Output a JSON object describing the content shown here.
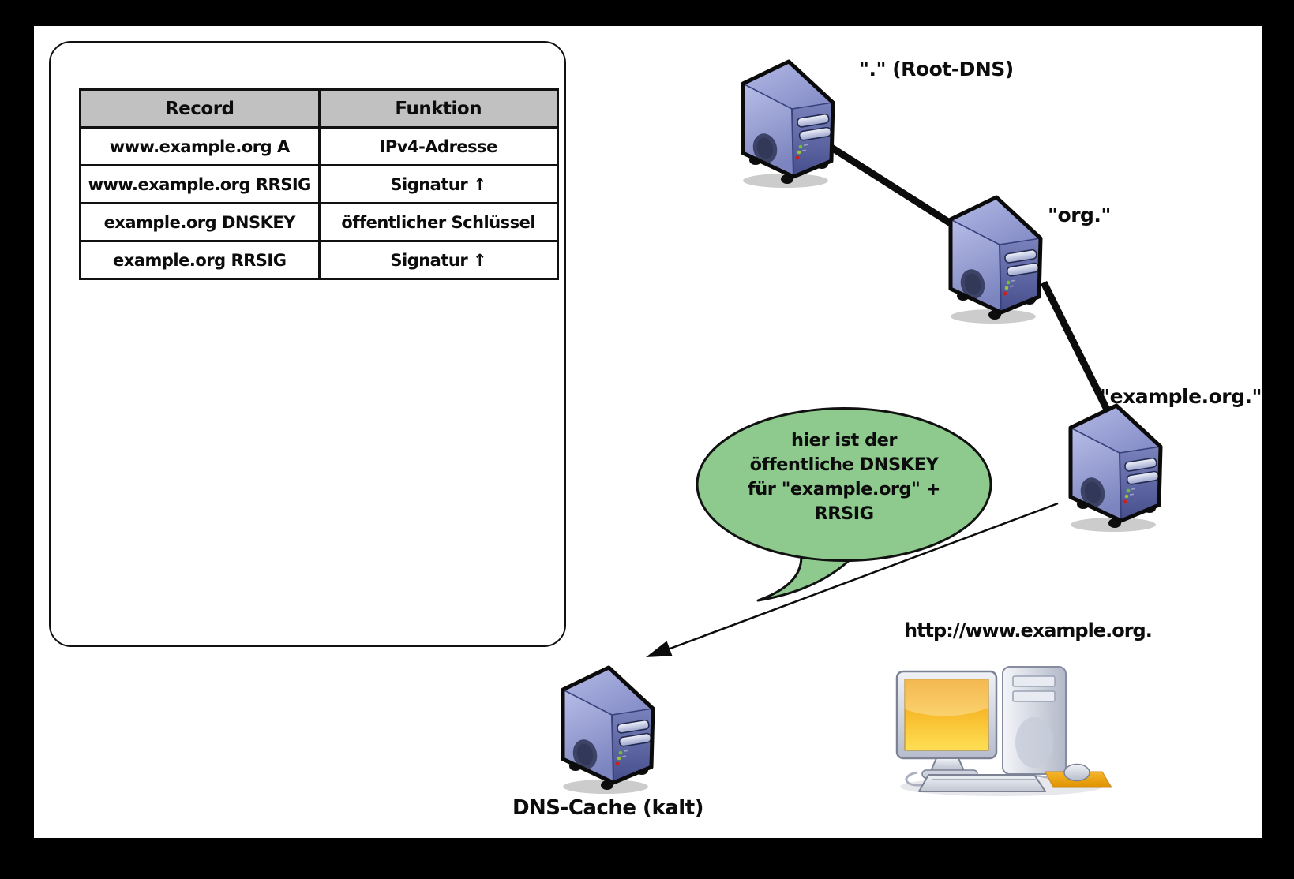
{
  "table": {
    "headers": [
      "Record",
      "Funktion"
    ],
    "rows": [
      {
        "record": "www.example.org A",
        "funktion": "IPv4-Adresse"
      },
      {
        "record": "www.example.org RRSIG",
        "funktion": "Signatur ↑"
      },
      {
        "record": "example.org DNSKEY",
        "funktion": "öffentlicher Schlüssel"
      },
      {
        "record": "example.org RRSIG",
        "funktion": "Signatur ↑"
      }
    ]
  },
  "nodes": {
    "root_label": "\".\" (Root-DNS)",
    "org_label": "\"org.\"",
    "example_label": "\"example.org.\"",
    "cache_label": "DNS-Cache (kalt)",
    "client_label": "http://www.example.org."
  },
  "bubble": {
    "lines": [
      "hier ist der",
      "öffentliche DNSKEY",
      "für \"example.org\" +",
      "RRSIG"
    ]
  },
  "colors": {
    "bubble_green": "#8eca8e",
    "table_header_bg": "#c1c1c1",
    "server_front": "#4a5293",
    "server_side": "#9aa2d4",
    "line_black": "#0c0c0c",
    "screen_orange": "#f5a623",
    "mousepad_orange": "#eda11a"
  }
}
